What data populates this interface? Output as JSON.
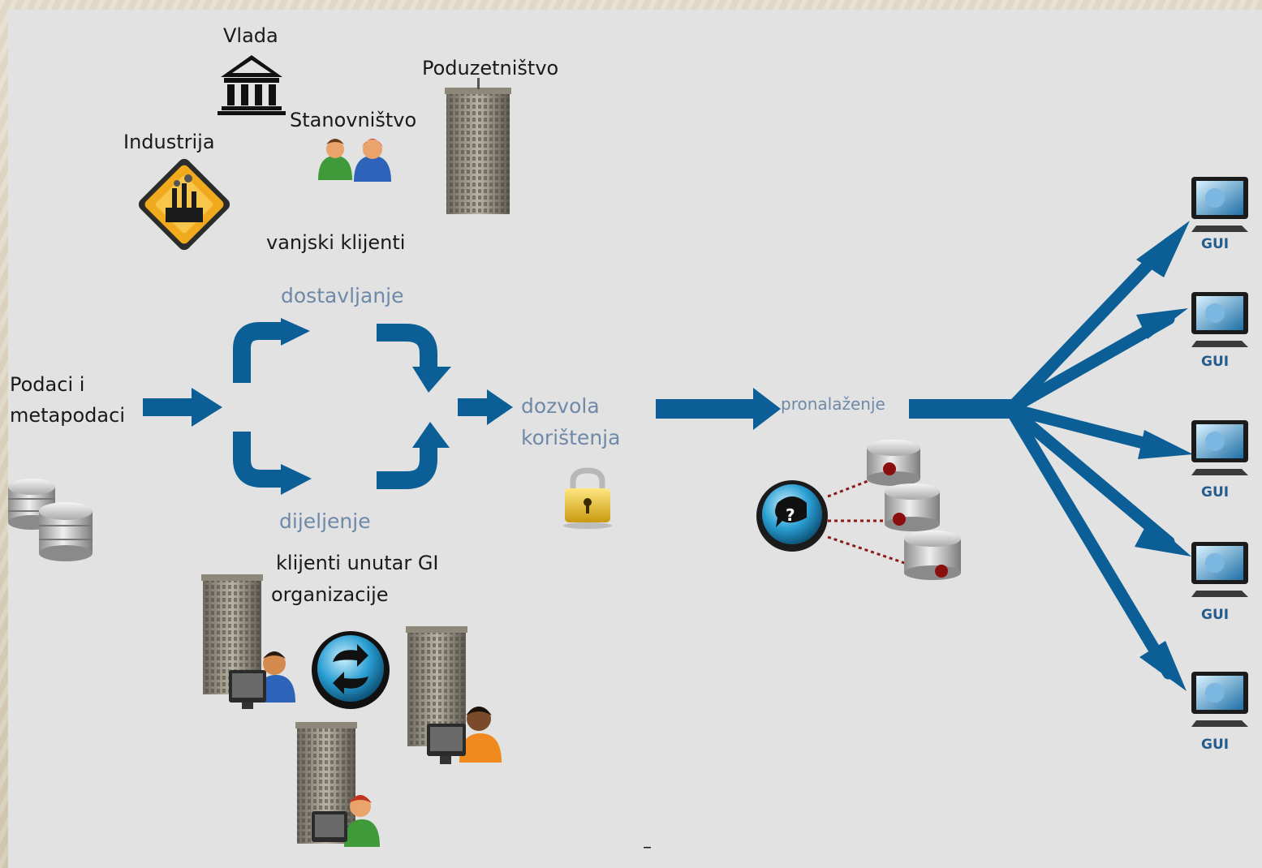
{
  "external_clients": {
    "vlada": "Vlada",
    "poduzetnistvo": "Poduzetništvo",
    "stanovnistvo": "Stanovništvo",
    "industrija": "Industrija",
    "group_label": "vanjski klijenti"
  },
  "flow": {
    "source_line1": "Podaci i",
    "source_line2": "metapodaci",
    "dostavljanje": "dostavljanje",
    "dijeljenje": "dijeljenje",
    "dozvola_line1": "dozvola",
    "dozvola_line2": "korištenja",
    "pronalazenje": "pronalaženje"
  },
  "internal_clients": {
    "line1": "klijenti unutar GI",
    "line2": "organizacije"
  },
  "gui_label": "GUI",
  "footer_mark": "–",
  "colors": {
    "arrow": "#0b5f96",
    "blue_text": "#6f89a8",
    "gui_text": "#245c8e",
    "slide_bg": "#e2e2e2"
  }
}
